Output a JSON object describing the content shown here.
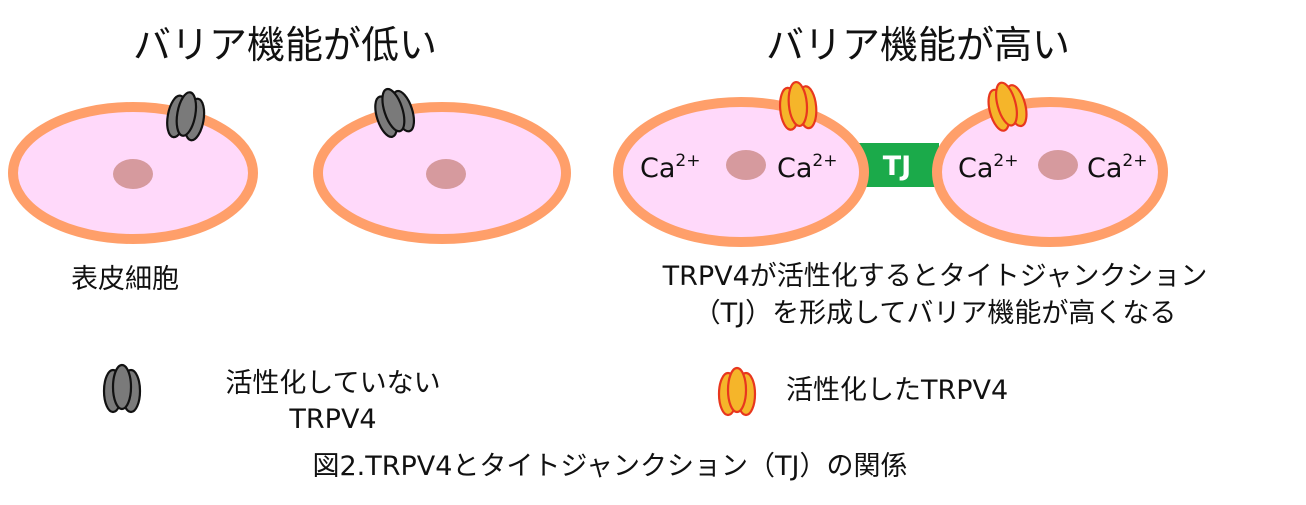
{
  "titles": {
    "low_barrier": "バリア機能が低い",
    "high_barrier": "バリア機能が高い"
  },
  "cell_label": "表皮細胞",
  "ion": {
    "base": "Ca",
    "charge": "2+"
  },
  "tj_label": "TJ",
  "description": {
    "line1": "TRPV4が活性化するとタイトジャンクション",
    "line2": "（TJ）を形成してバリア機能が高くなる"
  },
  "legend": {
    "inactive_line1": "活性化していない",
    "inactive_line2": "TRPV4",
    "active": "活性化したTRPV4"
  },
  "caption": "図2.TRPV4とタイトジャンクション（TJ）の関係",
  "colors": {
    "membrane": "#FF9F6A",
    "cytoplasm": "#FFD9FA",
    "nucleus": "#D69A9E",
    "tj_fill": "#1BAA4A",
    "channel_inactive_fill": "#7A7A7A",
    "channel_active_fill": "#F5B52A",
    "channel_active_stroke": "#E8371E"
  }
}
